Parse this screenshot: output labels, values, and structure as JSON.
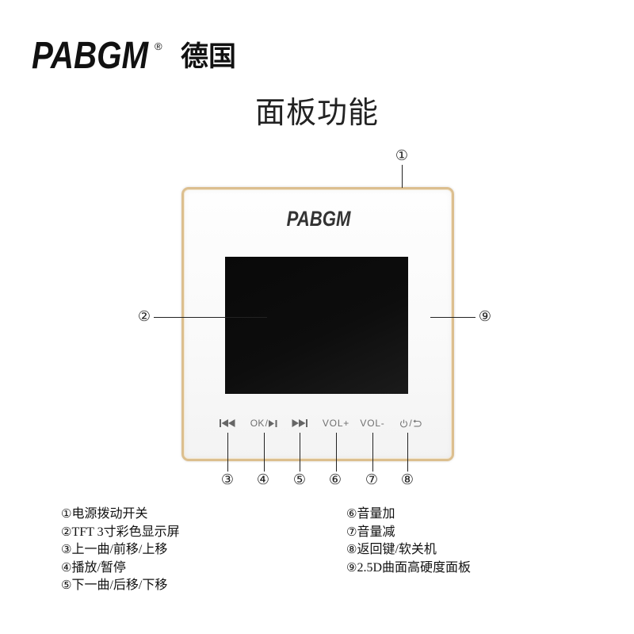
{
  "brand": {
    "logo": "PABGM",
    "registered": "®",
    "country": "德国"
  },
  "title": "面板功能",
  "panel": {
    "logo": "PABGM",
    "buttons": [
      {
        "icon": "skip-previous-icon"
      },
      {
        "label": "OK",
        "separator": "/",
        "icon": "play-pause-icon"
      },
      {
        "icon": "skip-next-icon"
      },
      {
        "label": "VOL+"
      },
      {
        "label": "VOL-"
      },
      {
        "icon": "power-icon",
        "separator": "/",
        "icon_2": "return-icon"
      }
    ]
  },
  "callouts": [
    "①",
    "②",
    "③",
    "④",
    "⑤",
    "⑥",
    "⑦",
    "⑧",
    "⑨"
  ],
  "legend": [
    {
      "num": "①",
      "text": "电源拨动开关"
    },
    {
      "num": "②",
      "text": "TFT 3寸彩色显示屏"
    },
    {
      "num": "③",
      "text": "上一曲/前移/上移"
    },
    {
      "num": "④",
      "text": "播放/暂停"
    },
    {
      "num": "⑤",
      "text": "下一曲/后移/下移"
    },
    {
      "num": "⑥",
      "text": "音量加"
    },
    {
      "num": "⑦",
      "text": "音量减"
    },
    {
      "num": "⑧",
      "text": "返回键/软关机"
    },
    {
      "num": "⑨",
      "text": "2.5D曲面高硬度面板"
    }
  ],
  "colors": {
    "panel_border": "#dcbf8f",
    "screen": "#0d0d0d",
    "button_text": "#707070",
    "line": "#222222",
    "text": "#111111"
  }
}
